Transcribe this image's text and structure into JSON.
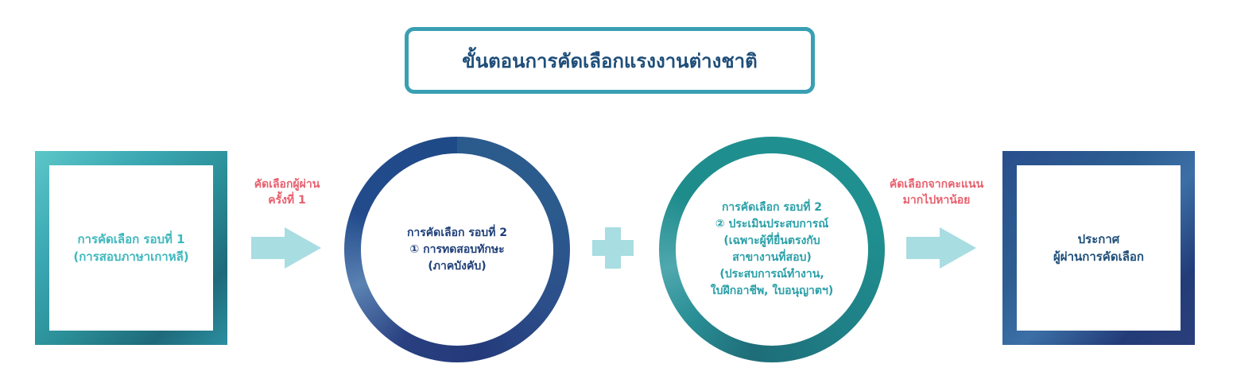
{
  "title": "ขั้นตอนการคัดเลือกแรงงานต่างชาติ",
  "steps": [
    {
      "line1": "การคัดเลือก รอบที่ 1",
      "line2": "(การสอบภาษาเกาหลี)"
    },
    {
      "line1": "การคัดเลือก รอบที่ 2",
      "line2": "① การทดสอบทักษะ",
      "line3": "(ภาคบังคับ)"
    },
    {
      "line1": "การคัดเลือก รอบที่ 2",
      "line2": "② ประเมินประสบการณ์",
      "line3": "(เฉพาะผู้ที่ยื่นตรงกับ",
      "line4": "สาขางานที่สอบ)",
      "line5": "(ประสบการณ์ทำงาน,",
      "line6": "ใบฝึกอาชีพ, ใบอนุญาตฯ)"
    },
    {
      "line1": "ประกาศ",
      "line2": "ผู้ผ่านการคัดเลือก"
    }
  ],
  "connectors": {
    "first": {
      "line1": "คัดเลือกผู้ผ่าน",
      "line2": "ครั้งที่ 1"
    },
    "second": {
      "line1": "คัดเลือกจากคะแนน",
      "line2": "มากไปหาน้อย"
    }
  },
  "colors": {
    "title_border": "#3a9fb3",
    "title_text": "#1f4e79",
    "label_red": "#e8606e",
    "arrow_fill": "#a8dde2"
  },
  "icons": [
    "arrow-right-icon",
    "plus-icon",
    "arrow-right-icon"
  ]
}
